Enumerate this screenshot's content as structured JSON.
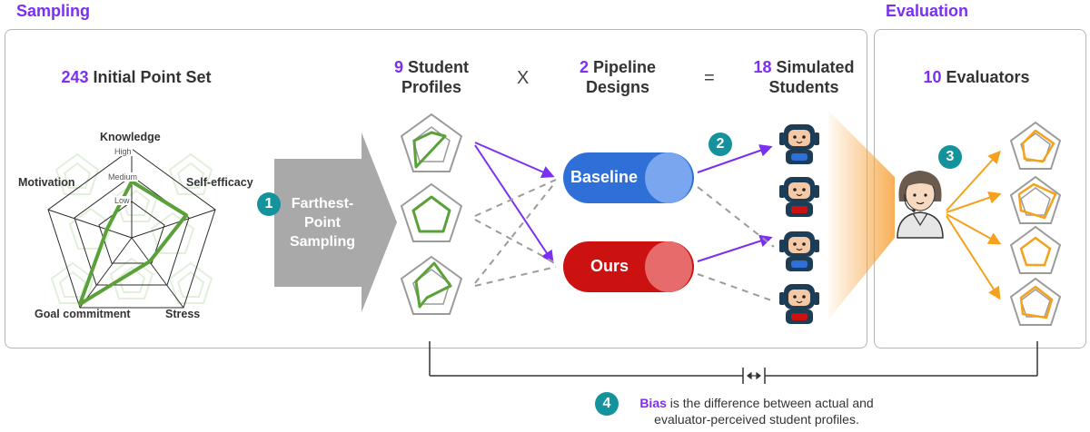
{
  "sections": {
    "sampling": "Sampling",
    "evaluation": "Evaluation"
  },
  "initial_set": {
    "count": "243",
    "label": "Initial Point Set"
  },
  "profiles": {
    "count": "9",
    "label_line1": "Student",
    "label_line2": "Profiles"
  },
  "operators": {
    "times": "X",
    "equals": "="
  },
  "pipelines": {
    "count": "2",
    "label_line1": "Pipeline",
    "label_line2": "Designs"
  },
  "simulated": {
    "count": "18",
    "label_line1": "Simulated",
    "label_line2": "Students"
  },
  "evaluators": {
    "count": "10",
    "label": "Evaluators"
  },
  "radar": {
    "axes": [
      "Knowledge",
      "Self-efficacy",
      "Stress",
      "Goal commitment",
      "Motivation"
    ],
    "levels": [
      "High",
      "Medium",
      "Low"
    ]
  },
  "fps": {
    "line1": "Farthest-",
    "line2": "Point",
    "line3": "Sampling"
  },
  "steps": [
    "1",
    "2",
    "3",
    "4"
  ],
  "pipeline_labels": {
    "baseline": "Baseline",
    "ours": "Ours"
  },
  "bias_note": {
    "keyword": "Bias",
    "line1_rest": " is the difference between actual and",
    "line2": "evaluator-perceived student profiles."
  },
  "colors": {
    "accent": "#7b2ff2",
    "profile_green": "#5aa13a",
    "evaluator_orange": "#f5a11c",
    "baseline_blue": "#2f6fd8",
    "ours_red": "#cc1111",
    "step_teal": "#14939c"
  }
}
